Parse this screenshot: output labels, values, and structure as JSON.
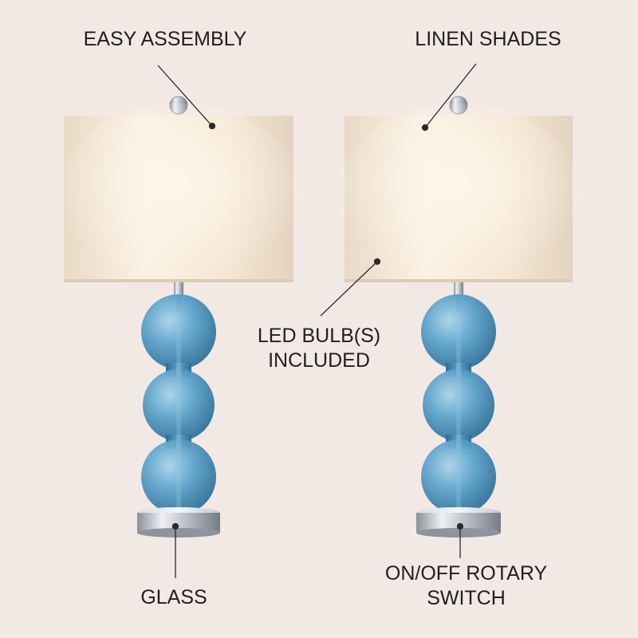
{
  "image": {
    "background_color": "#f2e9e4",
    "subject": "two blue glass stacked-sphere table lamps with linen drum shades",
    "colors": {
      "shade": "#f6e9d6",
      "glass": "#4f97bf",
      "chrome": "#c7ccd3"
    }
  },
  "callouts": {
    "easy_assembly": "EASY ASSEMBLY",
    "linen_shades": "LINEN SHADES",
    "led_line1": "LED BULB(S)",
    "led_line2": "INCLUDED",
    "glass": "GLASS",
    "switch_line1": "ON/OFF ROTARY",
    "switch_line2": "SWITCH"
  }
}
